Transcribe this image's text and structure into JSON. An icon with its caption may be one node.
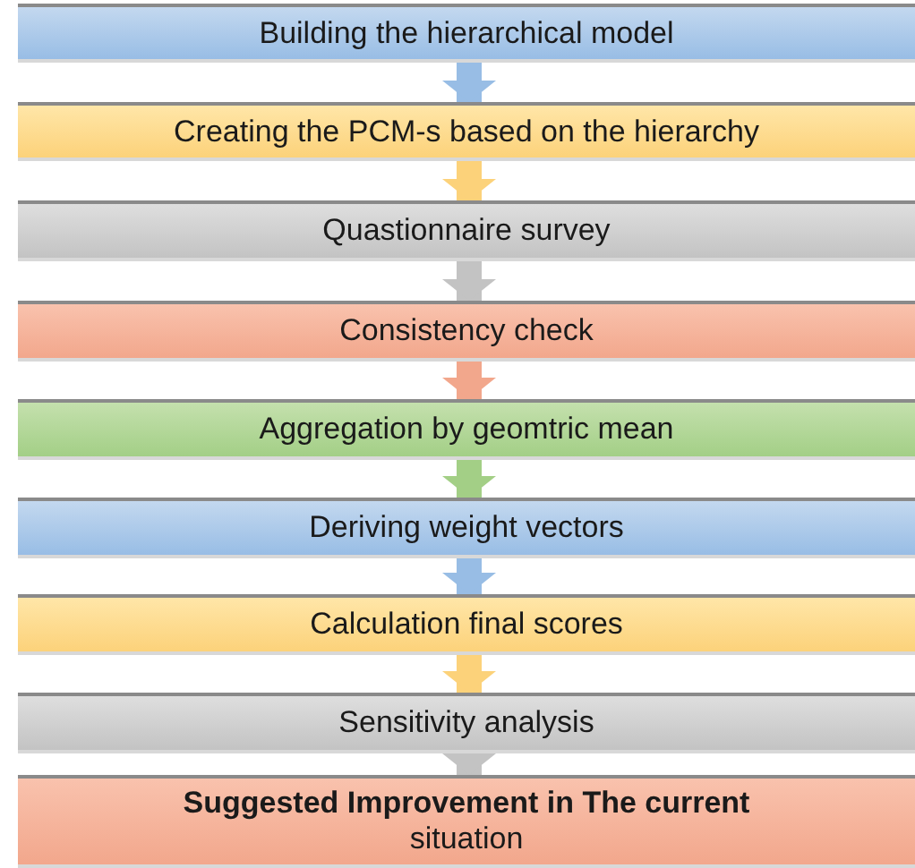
{
  "diagram": {
    "nodes": [
      {
        "text": [
          "Building the hierarchical model"
        ]
      },
      {
        "text": [
          "Creating the PCM-s based on the hierarchy"
        ]
      },
      {
        "text": [
          "Quastionnaire survey"
        ]
      },
      {
        "text": [
          "Consistency check"
        ]
      },
      {
        "text": [
          "Aggregation by geomtric mean"
        ]
      },
      {
        "text": [
          "Deriving weight vectors"
        ]
      },
      {
        "text": [
          "Calculation final scores"
        ]
      },
      {
        "text": [
          "Sensitivity analysis"
        ]
      },
      {
        "text": [
          "**Suggested Improvement in The current** situation"
        ]
      }
    ],
    "edges": [
      {
        "from": 0,
        "to": 1,
        "arrow": "to",
        "color": "#98bde5"
      },
      {
        "from": 1,
        "to": 2,
        "arrow": "to",
        "color": "#fcd27a"
      },
      {
        "from": 2,
        "to": 3,
        "arrow": "to",
        "color": "#c3c3c3"
      },
      {
        "from": 3,
        "to": 4,
        "arrow": "to",
        "color": "#f2a78c"
      },
      {
        "from": 4,
        "to": 5,
        "arrow": "to",
        "color": "#a3cf86"
      },
      {
        "from": 5,
        "to": 6,
        "arrow": "to",
        "color": "#98bde5"
      },
      {
        "from": 6,
        "to": 7,
        "arrow": "to",
        "color": "#fcd27a"
      },
      {
        "from": 7,
        "to": 8,
        "arrow": "to",
        "color": "#c3c3c3"
      }
    ]
  }
}
